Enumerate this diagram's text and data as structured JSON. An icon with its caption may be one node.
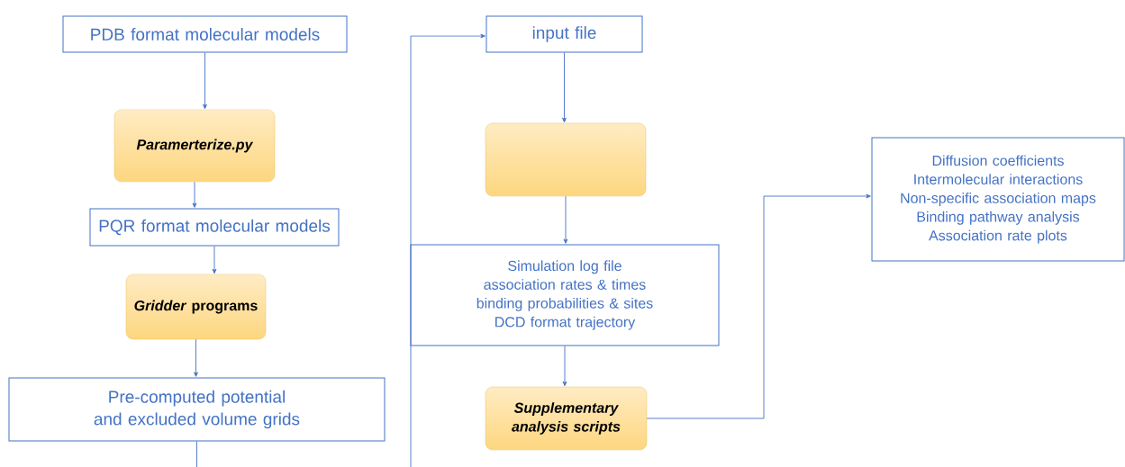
{
  "diagram": {
    "nodes": [
      {
        "text": [
          "PDB format molecular models"
        ]
      },
      {
        "text": [
          "Paramerterize.py"
        ]
      },
      {
        "text": [
          "PQR format molecular models"
        ]
      },
      {
        "text": [
          "*Gridder* programs"
        ]
      },
      {
        "text": [
          "Pre-computed potential and excluded volume grids"
        ]
      },
      {
        "text": [
          "input file"
        ]
      },
      {
        "text": [],
        "shape": "box"
      },
      {
        "text": [
          "Simulation log file",
          "association rates & times",
          "binding probabilities & sites",
          "DCD format trajectory"
        ]
      },
      {
        "text": [
          "Supplementary analysis scripts"
        ]
      },
      {
        "text": [
          "Diffusion coefficients",
          "Intermolecular interactions",
          "Non-specific association maps",
          "Binding pathway analysis",
          "Association rate plots"
        ]
      }
    ],
    "edges": [
      {
        "from": 0,
        "to": 1,
        "arrow": "to"
      },
      {
        "from": 1,
        "to": 2,
        "arrow": "to"
      },
      {
        "from": 2,
        "to": 3,
        "arrow": "to"
      },
      {
        "from": 3,
        "to": 4,
        "arrow": "to"
      },
      {
        "from": 4,
        "to": null,
        "arrow": "none"
      },
      {
        "from": null,
        "to": 5,
        "arrow": "to"
      },
      {
        "from": 5,
        "to": 6,
        "arrow": "to"
      },
      {
        "from": 6,
        "to": 7,
        "arrow": "to"
      },
      {
        "from": 7,
        "to": 8,
        "arrow": "to"
      },
      {
        "from": 8,
        "to": 9,
        "arrow": "to"
      }
    ]
  }
}
